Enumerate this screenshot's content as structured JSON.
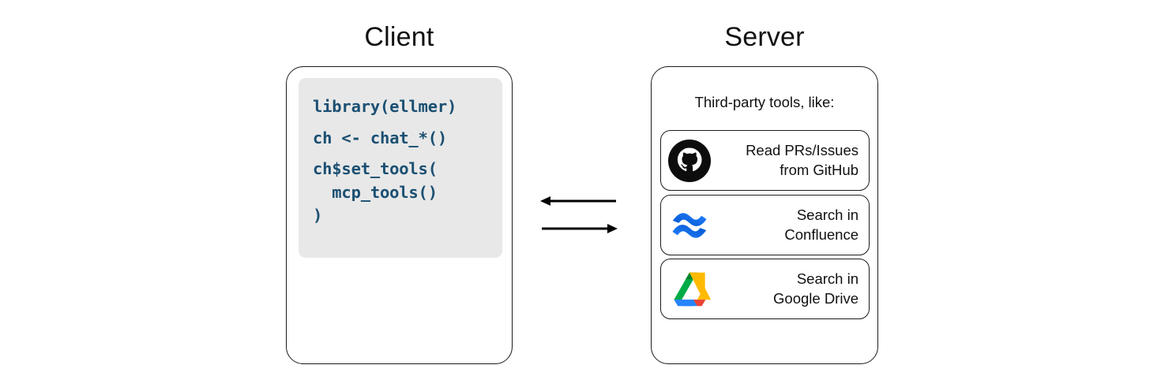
{
  "diagram": {
    "client": {
      "title": "Client",
      "code_lines": [
        "library(ellmer)",
        "ch <- chat_*()",
        "ch$set_tools(",
        "  mcp_tools()",
        ")"
      ],
      "code_text_color": "#1b4f72",
      "code_bg_color": "#e8e8e8"
    },
    "server": {
      "title": "Server",
      "caption": "Third-party tools, like:",
      "tools": [
        {
          "icon": "github-icon",
          "label_line1": "Read PRs/Issues",
          "label_line2": "from GitHub"
        },
        {
          "icon": "confluence-icon",
          "label_line1": "Search in",
          "label_line2": "Confluence"
        },
        {
          "icon": "google-drive-icon",
          "label_line1": "Search in",
          "label_line2": "Google Drive"
        }
      ]
    },
    "connectors": {
      "top_arrow_direction": "left",
      "bottom_arrow_direction": "right",
      "stroke_color": "#000000"
    },
    "colors": {
      "github_black": "#0d0d0d",
      "confluence_blue": "#2684ff",
      "confluence_blue_dark": "#0052cc",
      "drive_green": "#00ac47",
      "drive_green_dark": "#00832d",
      "drive_yellow": "#ffba00",
      "drive_blue": "#2684fc",
      "drive_red": "#ea4335",
      "panel_border": "#1c1c1c"
    }
  }
}
